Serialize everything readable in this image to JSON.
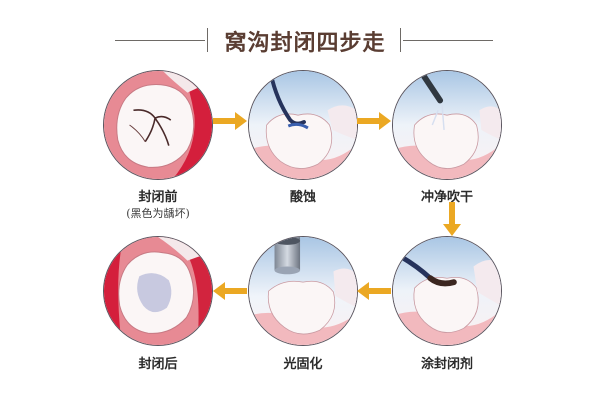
{
  "title": "窝沟封闭四步走",
  "colors": {
    "arrow": "#EBA823",
    "title_text": "#5A3D32",
    "gum": "#F2B9BE",
    "tooth": "#FBF6F6",
    "circle_border": "#5B5660"
  },
  "steps": [
    {
      "label": "封闭前",
      "sublabel": "(黑色为龋坏)",
      "icon": "tooth-top-decay-icon"
    },
    {
      "label": "酸蚀",
      "icon": "acid-etch-icon"
    },
    {
      "label": "冲净吹干",
      "icon": "rinse-dry-icon"
    },
    {
      "label": "涂封闭剂",
      "icon": "apply-sealant-icon"
    },
    {
      "label": "光固化",
      "icon": "light-cure-icon"
    },
    {
      "label": "封闭后",
      "icon": "tooth-top-sealed-icon"
    }
  ],
  "arrows": [
    {
      "from": "封闭前",
      "to": "酸蚀",
      "direction": "right"
    },
    {
      "from": "酸蚀",
      "to": "冲净吹干",
      "direction": "right"
    },
    {
      "from": "冲净吹干",
      "to": "涂封闭剂",
      "direction": "down"
    },
    {
      "from": "涂封闭剂",
      "to": "光固化",
      "direction": "left"
    },
    {
      "from": "光固化",
      "to": "封闭后",
      "direction": "left"
    }
  ]
}
